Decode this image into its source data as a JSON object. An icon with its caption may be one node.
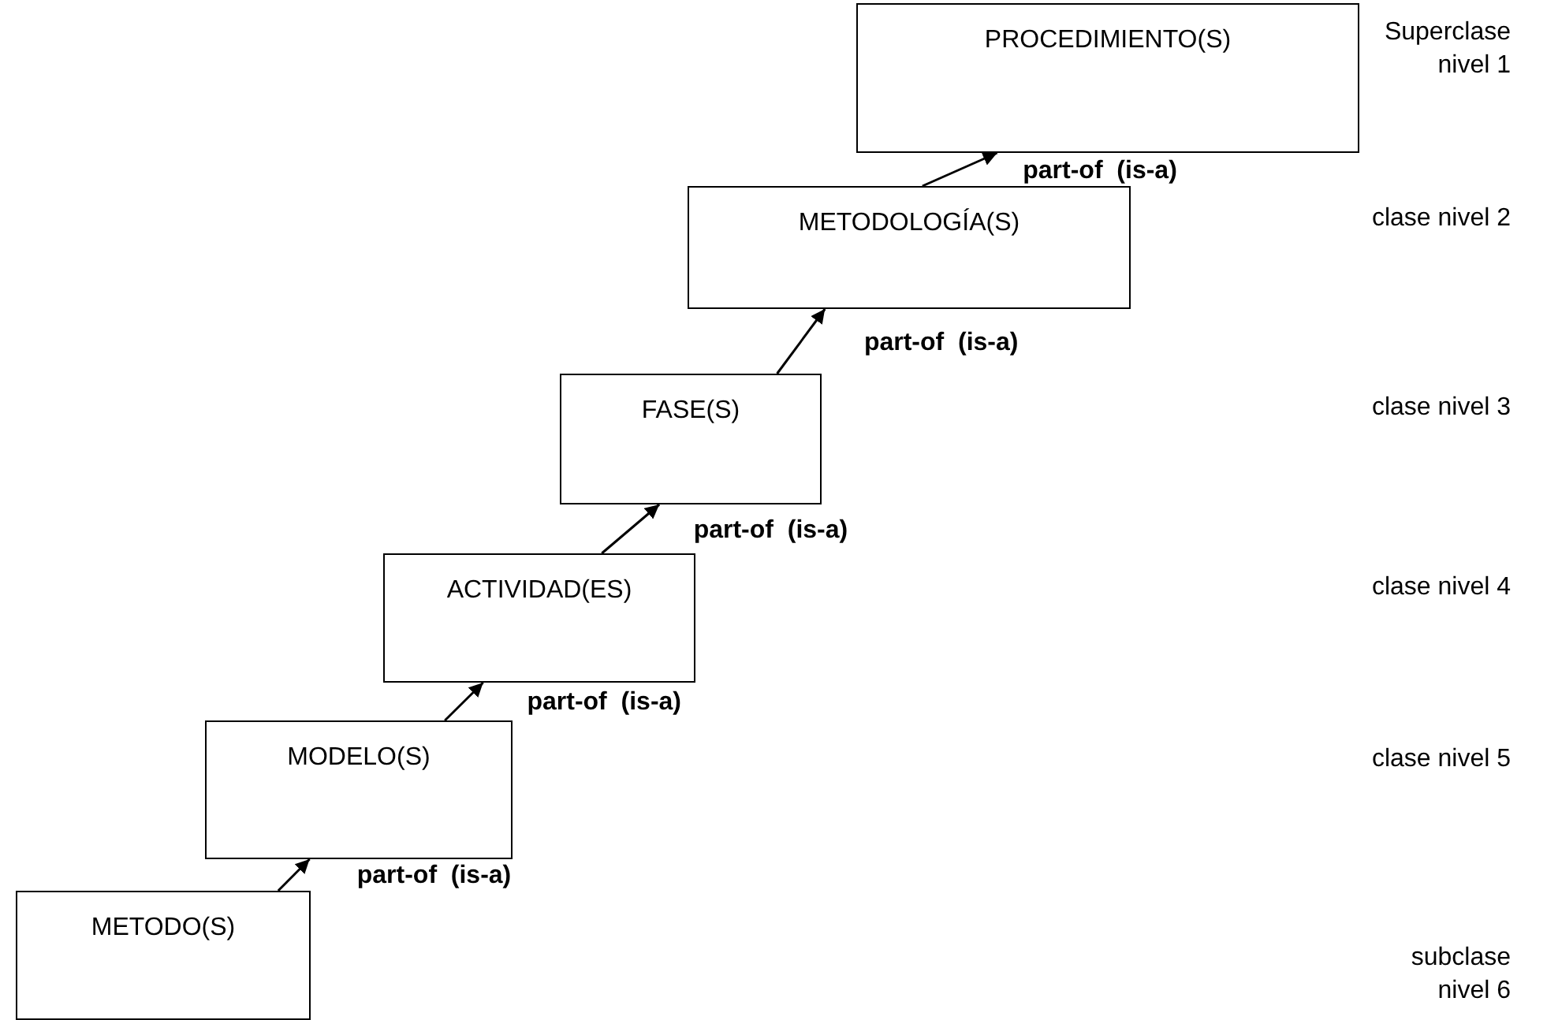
{
  "diagram": {
    "nodes": [
      {
        "text": [
          "PROCEDIMIENTO(S)"
        ]
      },
      {
        "text": [
          "METODOLOGÍA(S)"
        ]
      },
      {
        "text": [
          "FASE(S)"
        ]
      },
      {
        "text": [
          "ACTIVIDAD(ES)"
        ]
      },
      {
        "text": [
          "MODELO(S)"
        ]
      },
      {
        "text": [
          "METODO(S)"
        ]
      }
    ],
    "edges": [
      {
        "from": 1,
        "to": 0,
        "arrow": "to",
        "label": "part-of  (is-a)"
      },
      {
        "from": 2,
        "to": 1,
        "arrow": "to",
        "label": "part-of  (is-a)"
      },
      {
        "from": 3,
        "to": 2,
        "arrow": "to",
        "label": "part-of  (is-a)"
      },
      {
        "from": 4,
        "to": 3,
        "arrow": "to",
        "label": "part-of  (is-a)"
      },
      {
        "from": 5,
        "to": 4,
        "arrow": "to",
        "label": "part-of  (is-a)"
      }
    ],
    "labels": [
      "Superclase nivel 1",
      "clase nivel 2",
      "clase nivel 3",
      "clase nivel 4",
      "clase nivel 5",
      "subclase nivel 6"
    ]
  }
}
